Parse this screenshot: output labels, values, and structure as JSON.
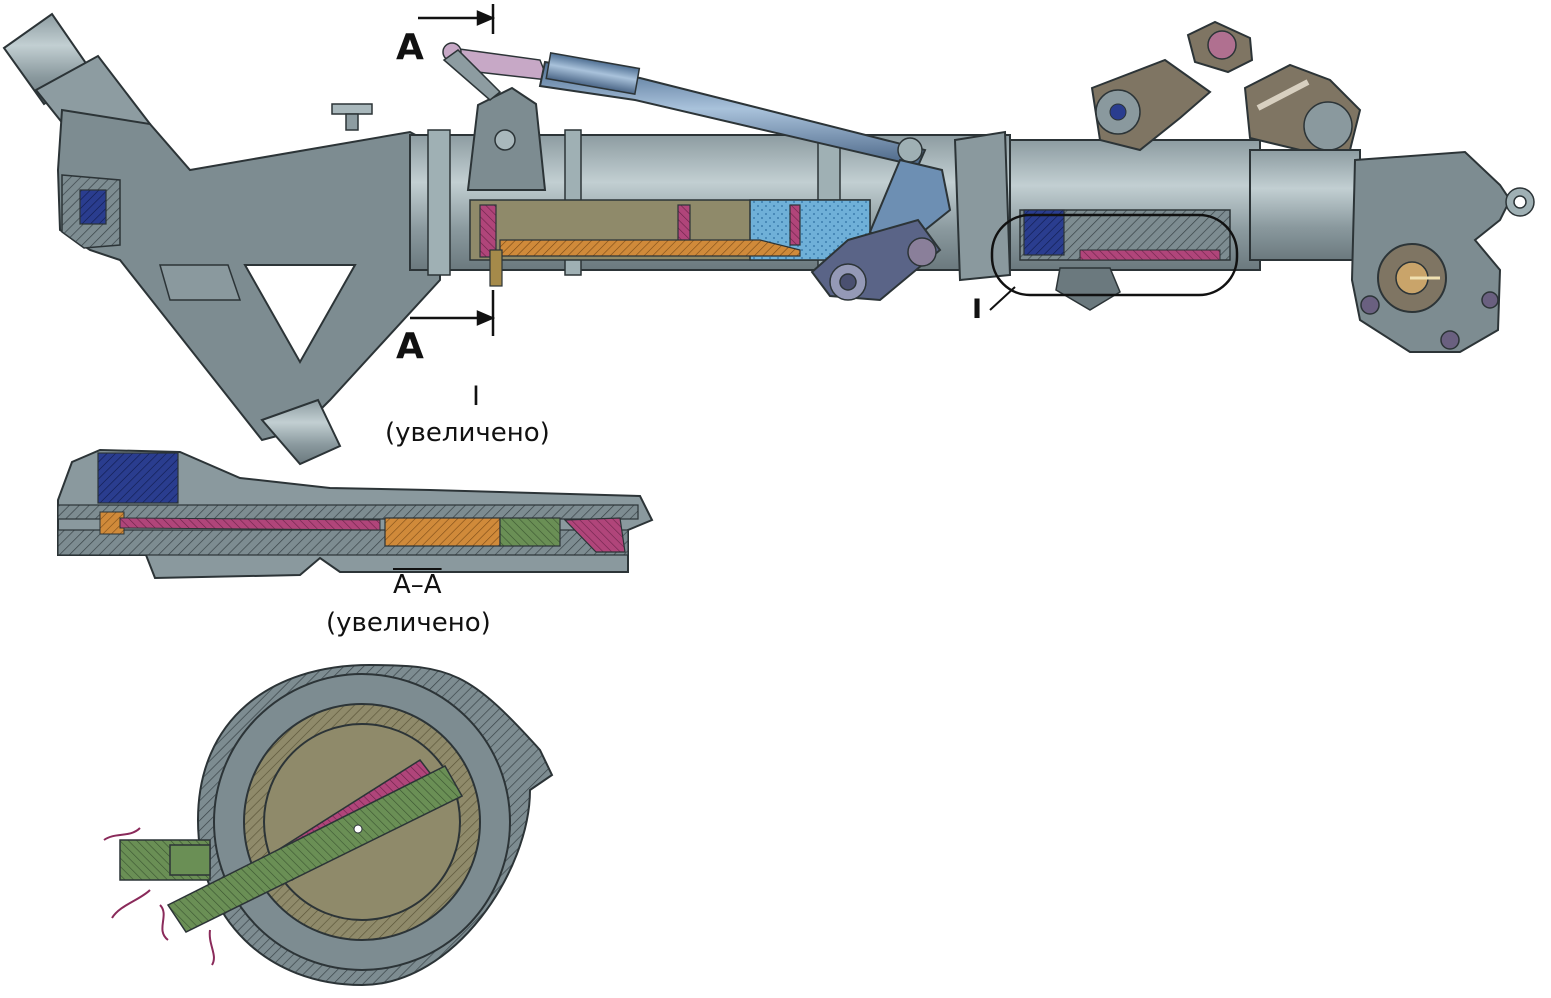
{
  "section_mark_top": "A",
  "section_mark_bottom": "A",
  "detail_callout": "I",
  "detail_title": "I",
  "detail_note": "(увеличено)",
  "section_title": "А–А",
  "section_note": "(увеличено)",
  "colors": {
    "body_gray": "#7d8c91",
    "body_light": "#a9b8bc",
    "outline": "#2c3437",
    "steel_blue": "#6d8fb3",
    "navy": "#2a3d8f",
    "magenta": "#b0457a",
    "orange": "#d08a3a",
    "green": "#6a8f55",
    "khaki": "#8f8a6a",
    "water_blue": "#6fb0d8",
    "brown_gray": "#7f7563"
  }
}
